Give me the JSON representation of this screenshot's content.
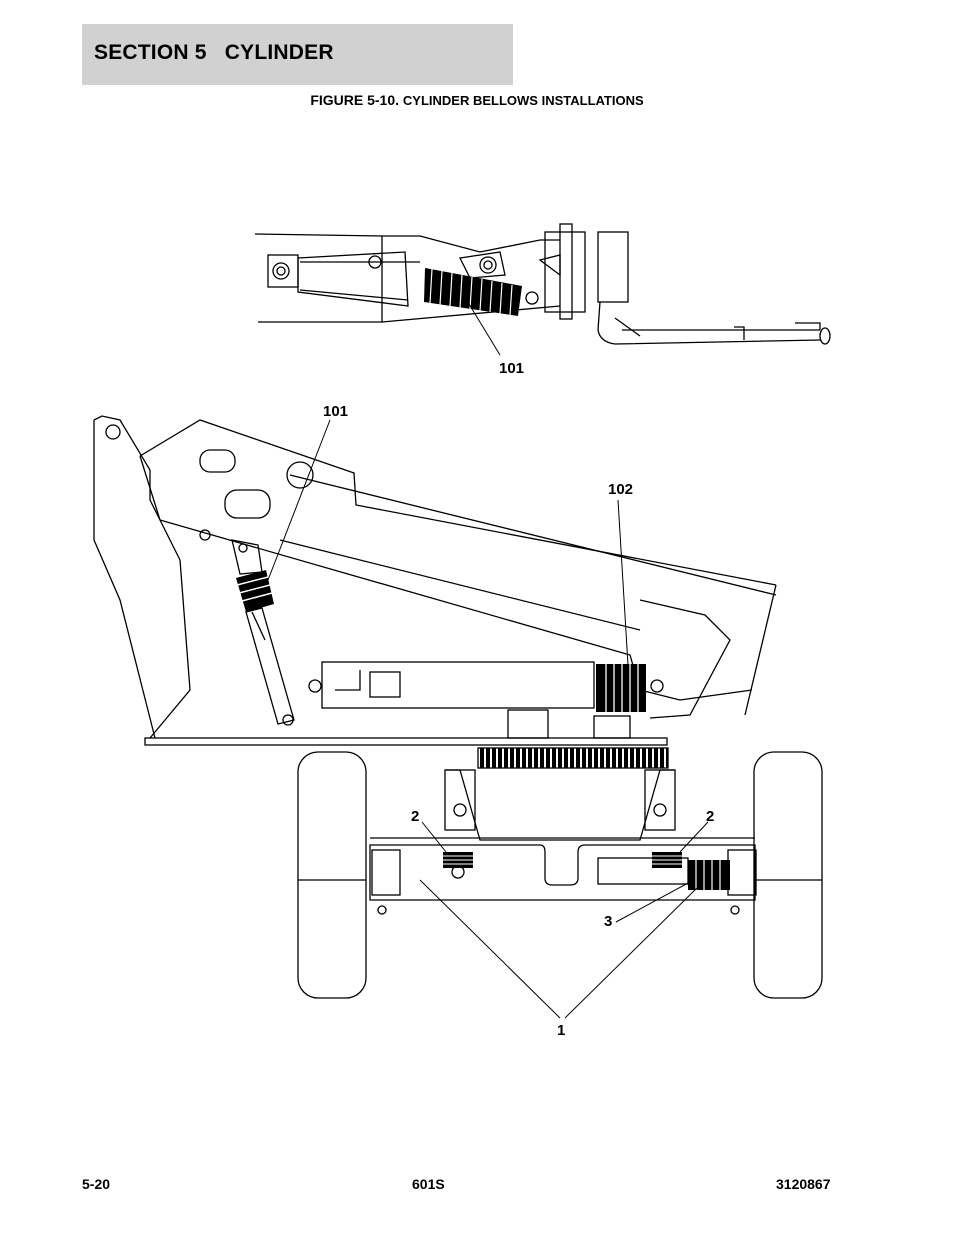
{
  "header": {
    "section_title": "SECTION 5   CYLINDER"
  },
  "figure": {
    "number": "FIGURE 5-10.",
    "caption": "CYLINDER BELLOWS INSTALLATIONS"
  },
  "callouts": {
    "top_101": "101",
    "mid_101": "101",
    "mid_102": "102",
    "axle_2_left": "2",
    "axle_2_right": "2",
    "axle_3": "3",
    "axle_1": "1"
  },
  "footer": {
    "page_number": "5-20",
    "model": "601S",
    "manual_number": "3120867"
  }
}
